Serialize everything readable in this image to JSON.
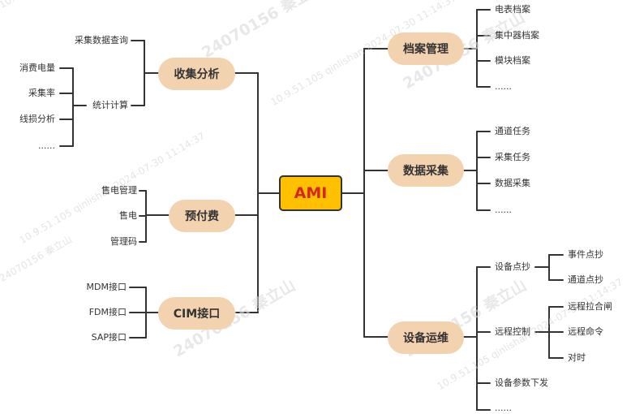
{
  "central": "AMI",
  "branches": {
    "shouji": {
      "label": "收集分析"
    },
    "yufu": {
      "label": "预付费"
    },
    "cim": {
      "label": "CIM接口"
    },
    "dangan": {
      "label": "档案管理"
    },
    "caiji": {
      "label": "数据采集"
    },
    "yunwei": {
      "label": "设备运维"
    }
  },
  "leaves": {
    "shouji_query": "采集数据查询",
    "shouji_calc": "统计计算",
    "calc_consumption": "消费电量",
    "calc_rate": "采集率",
    "calc_lineloss": "线损分析",
    "calc_more": "......",
    "yufu_mgmt": "售电管理",
    "yufu_sell": "售电",
    "yufu_code": "管理码",
    "cim_mdm": "MDM接口",
    "cim_fdm": "FDM接口",
    "cim_sap": "SAP接口",
    "dangan_meter": "电表档案",
    "dangan_concentrator": "集中器档案",
    "dangan_module": "模块档案",
    "dangan_more": "......",
    "caiji_channel": "通道任务",
    "caiji_task": "采集任务",
    "caiji_data": "数据采集",
    "caiji_more": "......",
    "yunwei_readout": "设备点抄",
    "readout_event": "事件点抄",
    "readout_channel": "通道点抄",
    "yunwei_remote": "远程控制",
    "remote_close": "远程拉合闸",
    "remote_cmd": "远程命令",
    "remote_clock": "对时",
    "yunwei_params": "设备参数下发",
    "yunwei_more": "......"
  },
  "watermarks": [
    "24070156 秦立山",
    "10.9.51.105 qinlishan 2024-07-30 11:14:37"
  ],
  "colors": {
    "central_fill": "#ffc000",
    "central_text": "#d7261e",
    "branch_fill": "#f3d2b0",
    "line": "#333333"
  }
}
